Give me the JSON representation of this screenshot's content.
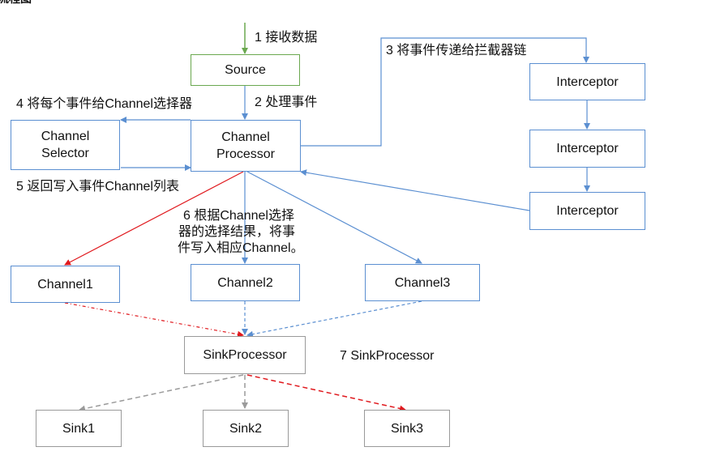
{
  "title_fragment": "流程图",
  "nodes": {
    "source": "Source",
    "channel_selector": "Channel\nSelector",
    "channel_processor": "Channel\nProcessor",
    "interceptor_1": "Interceptor",
    "interceptor_2": "Interceptor",
    "interceptor_3": "Interceptor",
    "channel1": "Channel1",
    "channel2": "Channel2",
    "channel3": "Channel3",
    "sink_processor": "SinkProcessor",
    "sink1": "Sink1",
    "sink2": "Sink2",
    "sink3": "Sink3"
  },
  "steps": {
    "step1": "1 接收数据",
    "step2": "2 处理事件",
    "step3": "3 将事件传递给拦截器链",
    "step4": "4 将每个事件给Channel选择器",
    "step5": "5 返回写入事件Channel列表",
    "step6_line1": "6 根据Channel选择",
    "step6_line2": "器的选择结果，将事",
    "step6_line3": "件写入相应Channel。",
    "step7": "7 SinkProcessor"
  },
  "colors": {
    "blue": "#5b8fd1",
    "green": "#6aa84f",
    "gray": "#9a9a9a",
    "red": "#e0191e"
  }
}
